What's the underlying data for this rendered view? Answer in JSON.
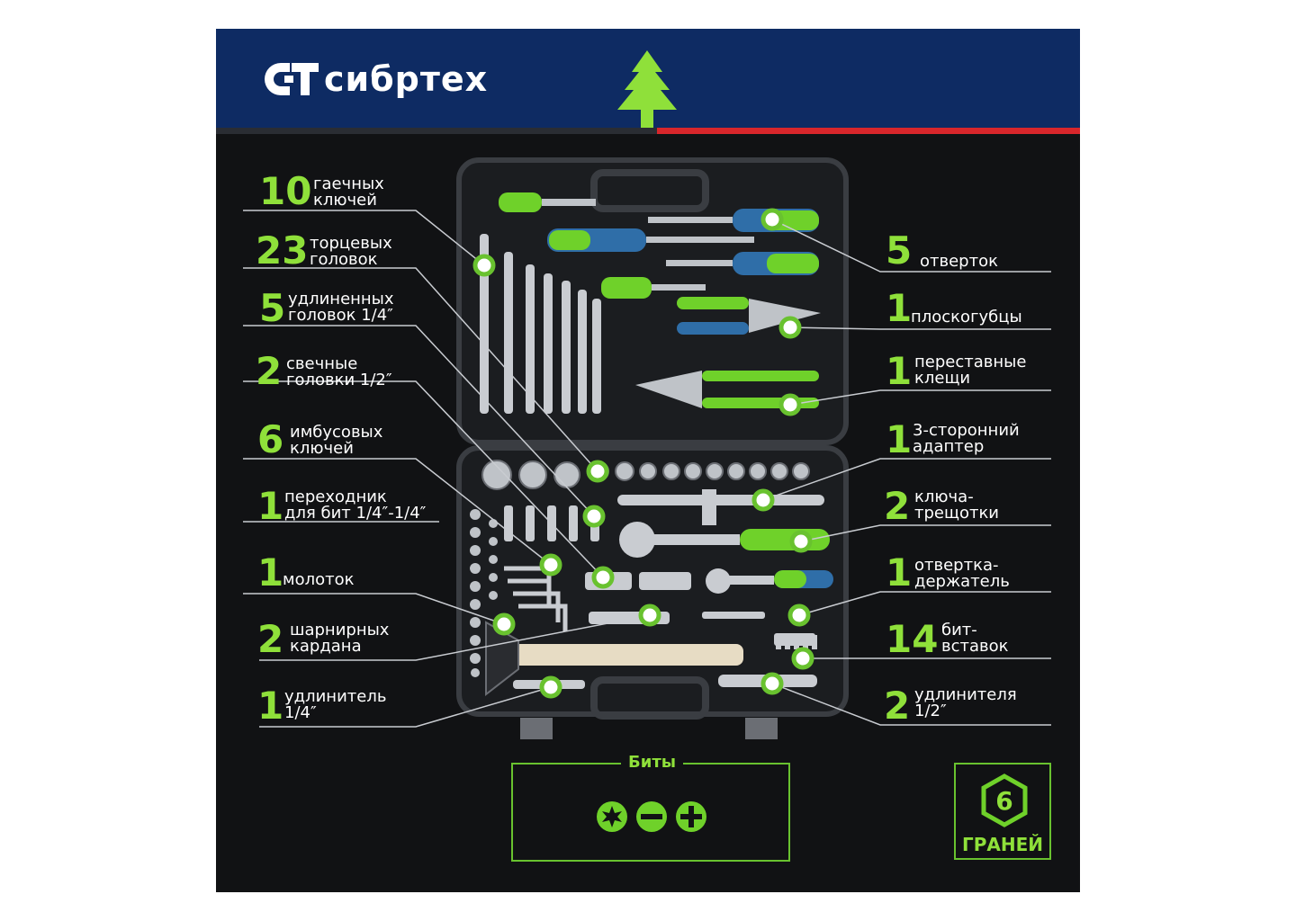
{
  "brand": {
    "logo_text": "сибртех",
    "logo_mark_icon": "sibrteh-st-mark-icon",
    "tree_icon": "spruce-tree-icon",
    "header_color": "#0e2b63",
    "accent_green": "#8fe03a",
    "stripe_red": "#d8262b"
  },
  "left_items": [
    {
      "count": "10",
      "label": "гаечных\nключей"
    },
    {
      "count": "23",
      "label": "торцевых\nголовок"
    },
    {
      "count": "5",
      "label": "удлиненных\nголовок 1/4″"
    },
    {
      "count": "2",
      "label": "свечные\nголовки 1/2″"
    },
    {
      "count": "6",
      "label": "имбусовых\nключей"
    },
    {
      "count": "1",
      "label": "переходник\nдля бит 1/4″-1/4″"
    },
    {
      "count": "1",
      "label": "молоток"
    },
    {
      "count": "2",
      "label": "шарнирных\nкардана"
    },
    {
      "count": "1",
      "label": "удлинитель\n1/4″"
    }
  ],
  "right_items": [
    {
      "count": "5",
      "label": "отверток"
    },
    {
      "count": "1",
      "label": "плоскогубцы"
    },
    {
      "count": "1",
      "label": "переставные\nклещи"
    },
    {
      "count": "1",
      "label": "3-сторонний\nадаптер"
    },
    {
      "count": "2",
      "label": "ключа-\nтрещотки"
    },
    {
      "count": "1",
      "label": "отвертка-\nдержатель"
    },
    {
      "count": "14",
      "label": "бит-\nвставок"
    },
    {
      "count": "2",
      "label": "удлинителя\n1/2″"
    }
  ],
  "bits": {
    "title": "Биты",
    "icons": [
      "torx-bit-icon",
      "slotted-bit-icon",
      "phillips-bit-icon"
    ]
  },
  "hex": {
    "number": "6",
    "label": "ГРАНЕЙ",
    "icon": "hexagon-6-icon"
  }
}
